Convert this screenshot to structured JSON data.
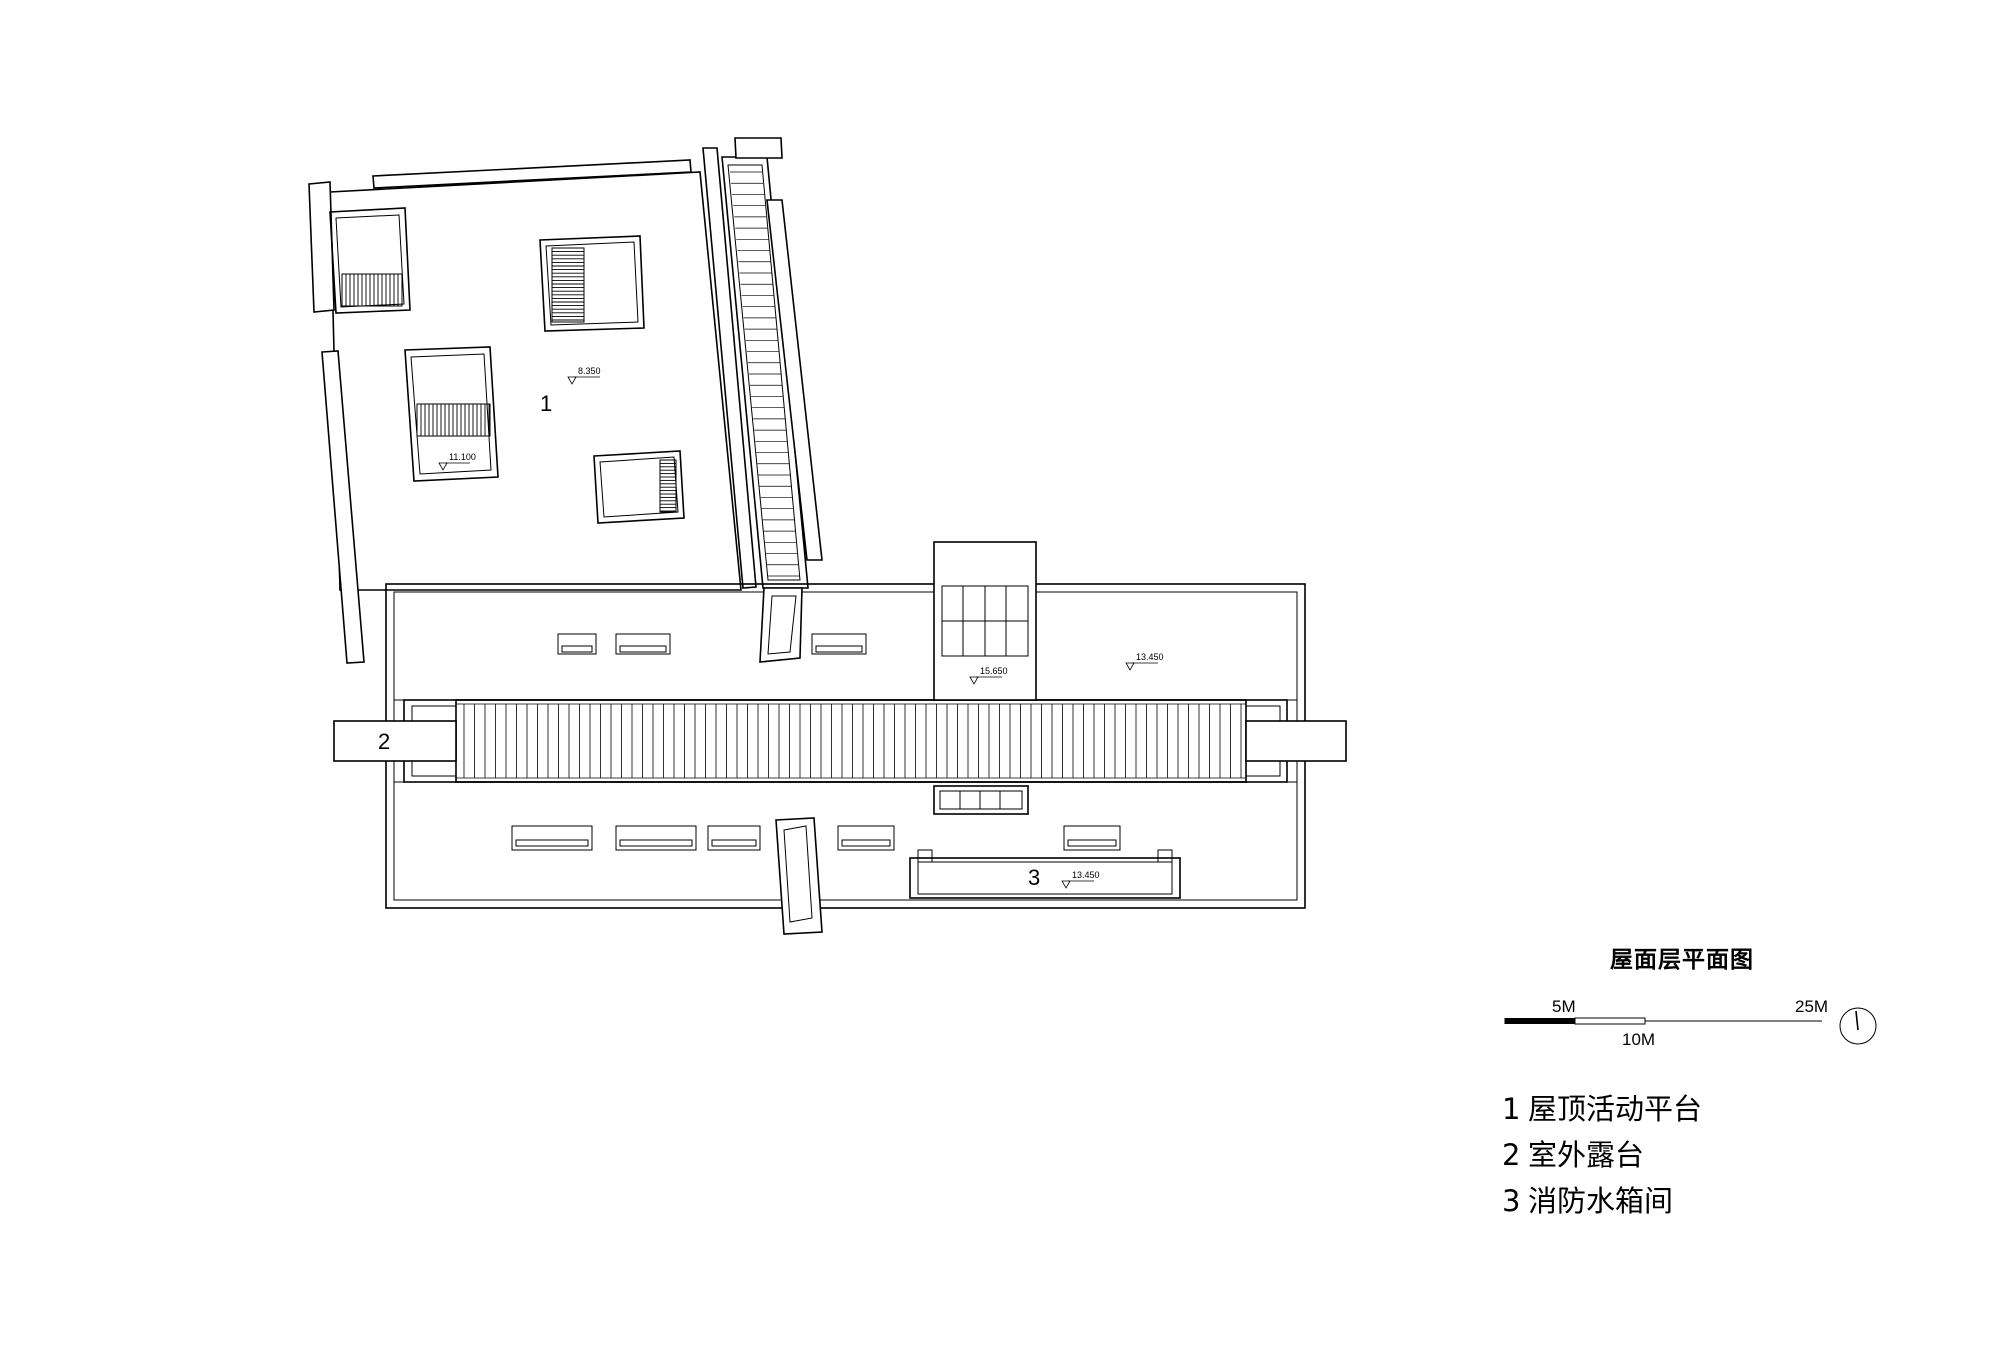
{
  "drawing": {
    "title": "屋面层平面图",
    "room_numbers": [
      "1",
      "2",
      "3"
    ],
    "elevations": [
      "8.350",
      "11.100",
      "15.650",
      "13.450",
      "13.450"
    ]
  },
  "scale_bar": {
    "labels": [
      "5M",
      "10M",
      "25M"
    ]
  },
  "legend": [
    {
      "num": "1",
      "text": "屋顶活动平台"
    },
    {
      "num": "2",
      "text": "室外露台"
    },
    {
      "num": "3",
      "text": "消防水箱间"
    }
  ],
  "icons": {
    "north_arrow": "north-arrow-icon",
    "elevation_marker": "elevation-triangle-icon"
  }
}
